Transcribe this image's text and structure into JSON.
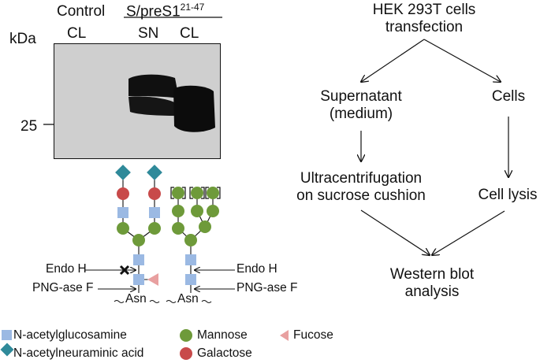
{
  "blot": {
    "lane_control": "Control",
    "lane_construct_base": "S/preS1",
    "lane_construct_sup": "21-47",
    "sub_cl_1": "CL",
    "sub_sn": "SN",
    "sub_cl_2": "CL",
    "unit": "kDa",
    "marker": "25"
  },
  "glycan": {
    "endo_h_left": "Endo H",
    "png_left": "PNG-ase F",
    "asn_left": "Asn",
    "endo_h_right": "Endo H",
    "png_right": "PNG-ase F",
    "asn_right": "Asn"
  },
  "legend": {
    "glcnac": "N-acetylglucosamine",
    "neu5ac": "N-acetylneuraminic acid",
    "mannose": "Mannose",
    "galactose": "Galactose",
    "fucose": "Fucose"
  },
  "flowchart": {
    "start_line1": "HEK 293T cells",
    "start_line2": "transfection",
    "supernatant_line1": "Supernatant",
    "supernatant_line2": "(medium)",
    "cells": "Cells",
    "ultra_line1": "Ultracentrifugation",
    "ultra_line2": "on sucrose cushion",
    "lysis": "Cell lysis",
    "wb_line1": "Western blot",
    "wb_line2": "analysis"
  },
  "colors": {
    "glcnac": "#9bb9e3",
    "mannose": "#6e9a3a",
    "galactose": "#c84a4a",
    "neu5ac": "#2f8a9a",
    "fucose": "#e8a0a0"
  }
}
